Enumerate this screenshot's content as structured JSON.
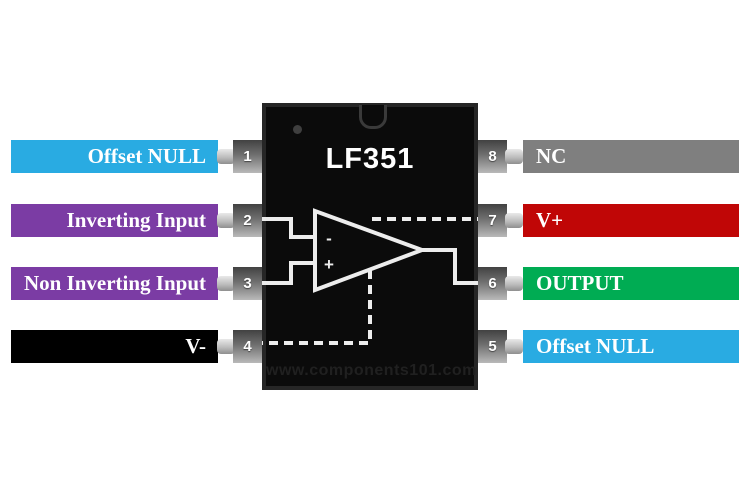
{
  "chip": {
    "part_number": "LF351",
    "watermark": "www.components101.com",
    "body_color": "#0b0b0b",
    "opamp": {
      "inverting_symbol": "-",
      "non_inverting_symbol": "+"
    }
  },
  "pins_left": [
    {
      "number": "1",
      "label": "Offset NULL",
      "color": "#29ABE2"
    },
    {
      "number": "2",
      "label": "Inverting Input",
      "color": "#7B3CA4"
    },
    {
      "number": "3",
      "label": "Non Inverting Input",
      "color": "#7B3CA4"
    },
    {
      "number": "4",
      "label": "V-",
      "color": "#000000"
    }
  ],
  "pins_right": [
    {
      "number": "8",
      "label": "NC",
      "color": "#7F7F7F"
    },
    {
      "number": "7",
      "label": "V+",
      "color": "#C00606"
    },
    {
      "number": "6",
      "label": "OUTPUT",
      "color": "#00AC53"
    },
    {
      "number": "5",
      "label": "Offset NULL",
      "color": "#29ABE2"
    }
  ]
}
